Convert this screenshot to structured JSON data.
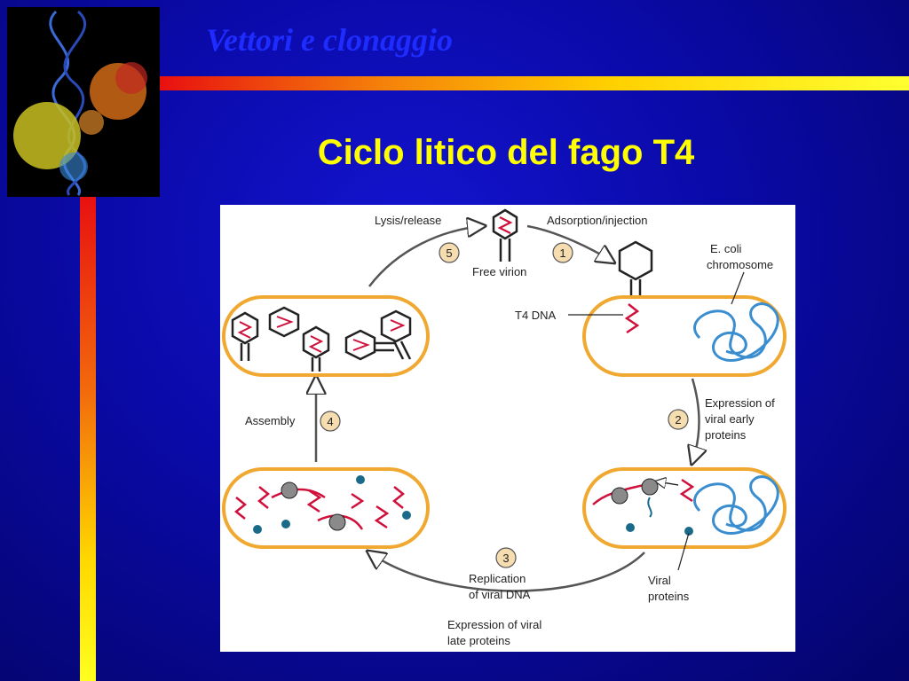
{
  "slide": {
    "header_title": "Vettori e clonaggio",
    "title": "Ciclo litico del fago T4"
  },
  "diagram": {
    "steps": [
      {
        "number": "1",
        "label": "Adsorption/injection"
      },
      {
        "number": "2",
        "label_lines": [
          "Expression of",
          "viral early",
          "proteins"
        ]
      },
      {
        "number": "3",
        "label_lines": [
          "Replication",
          "of viral DNA"
        ],
        "sub_label_lines": [
          "Expression of viral",
          "late proteins"
        ]
      },
      {
        "number": "4",
        "label": "Assembly"
      },
      {
        "number": "5",
        "label": "Lysis/release"
      }
    ],
    "labels": {
      "free_virion": "Free virion",
      "ecoli_line1": "E. coli",
      "ecoli_line2": "chromosome",
      "t4_dna": "T4 DNA",
      "viral_proteins_line1": "Viral",
      "viral_proteins_line2": "proteins"
    },
    "colors": {
      "cell_outline": "#f0a830",
      "viral_dna": "#d0103a",
      "ecoli_chromosome": "#3a8ed0",
      "protein": "#1a6a8a",
      "step_badge": "#f5ddb0"
    }
  }
}
